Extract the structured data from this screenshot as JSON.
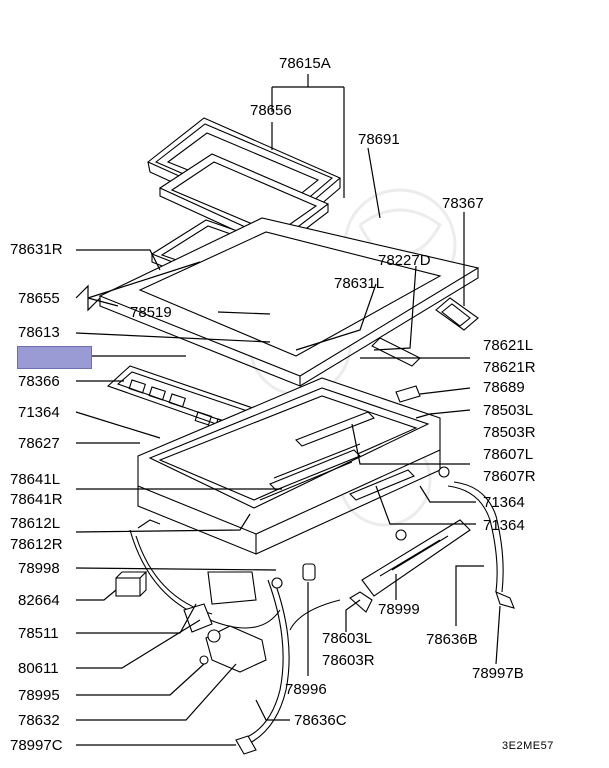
{
  "labels": {
    "p78615A": "78615A",
    "p78656": "78656",
    "p78691": "78691",
    "p78367": "78367",
    "p78631R": "78631R",
    "p78227D": "78227D",
    "p78655": "78655",
    "p78631L": "78631L",
    "p78519": "78519",
    "p78613": "78613",
    "p78621L": "78621L",
    "p78621R": "78621R",
    "p78366": "78366",
    "p78689": "78689",
    "p71364a": "71364",
    "p78503L": "78503L",
    "p78503R": "78503R",
    "p78627": "78627",
    "p78607L": "78607L",
    "p78607R": "78607R",
    "p78641L": "78641L",
    "p78641R": "78641R",
    "p71364b": "71364",
    "p71364c": "71364",
    "p78612L": "78612L",
    "p78612R": "78612R",
    "p78998": "78998",
    "p78999": "78999",
    "p82664": "82664",
    "p78636B": "78636B",
    "p78511": "78511",
    "p78603L": "78603L",
    "p78603R": "78603R",
    "p80611": "80611",
    "p78997B": "78997B",
    "p78995": "78995",
    "p78996": "78996",
    "p78632": "78632",
    "p78636C": "78636C",
    "p78997C": "78997C"
  },
  "diagram_code": "3E2ME57",
  "highlight_color": "#9a9ad4"
}
